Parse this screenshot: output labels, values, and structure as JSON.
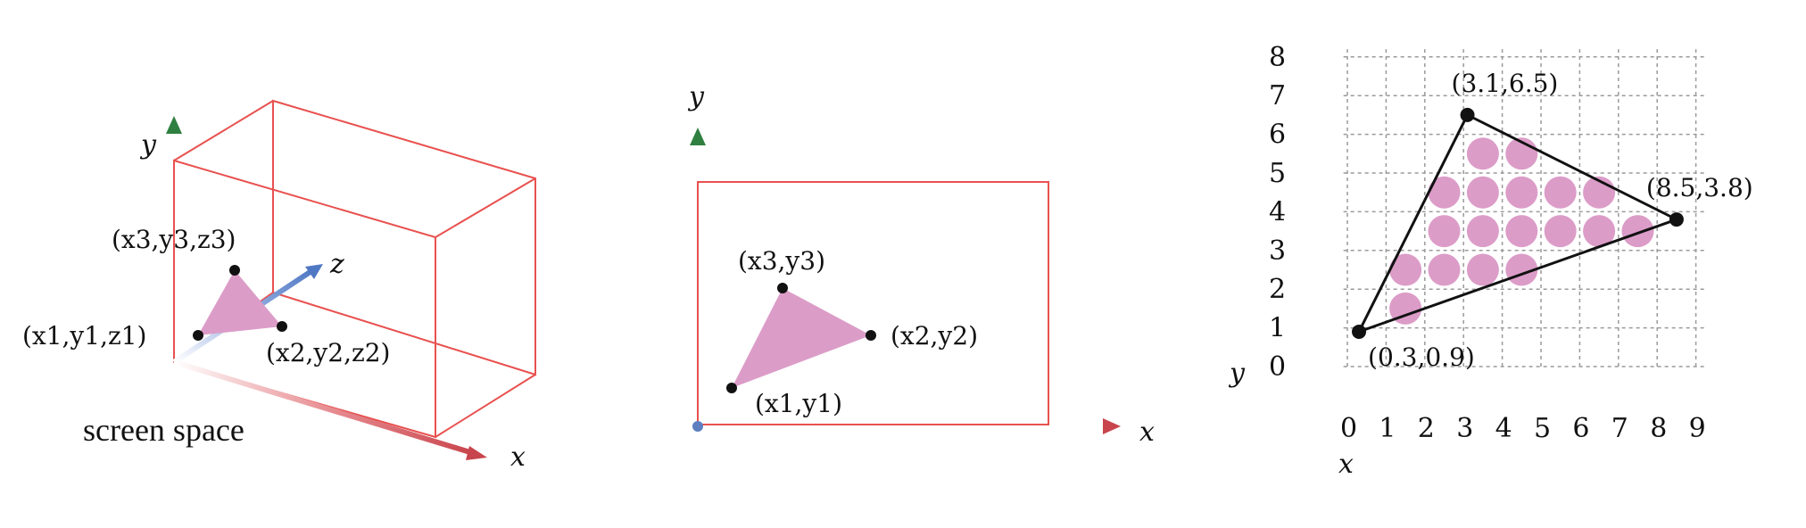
{
  "panel1": {
    "axis_x": "x",
    "axis_y": "y",
    "axis_z": "z",
    "v1_label": "(x1,y1,z1)",
    "v2_label": "(x2,y2,z2)",
    "v3_label": "(x3,y3,z3)",
    "caption": "screen space"
  },
  "panel2": {
    "axis_x": "x",
    "axis_y": "y",
    "v1_label": "(x1,y1)",
    "v2_label": "(x2,y2)",
    "v3_label": "(x3,y3)"
  },
  "panel3": {
    "axis_x": "x",
    "axis_y": "y",
    "x_ticks": [
      "0",
      "1",
      "2",
      "3",
      "4",
      "5",
      "6",
      "7",
      "8",
      "9"
    ],
    "y_ticks": [
      "0",
      "1",
      "2",
      "3",
      "4",
      "5",
      "6",
      "7",
      "8"
    ],
    "vertices": [
      {
        "label": "(0.3,0.9)",
        "x": 0.3,
        "y": 0.9
      },
      {
        "label": "(8.5,3.8)",
        "x": 8.5,
        "y": 3.8
      },
      {
        "label": "(3.1,6.5)",
        "x": 3.1,
        "y": 6.5
      }
    ],
    "covered_samples": [
      [
        1.5,
        1.5
      ],
      [
        1.5,
        2.5
      ],
      [
        2.5,
        2.5
      ],
      [
        3.5,
        2.5
      ],
      [
        4.5,
        2.5
      ],
      [
        2.5,
        3.5
      ],
      [
        3.5,
        3.5
      ],
      [
        4.5,
        3.5
      ],
      [
        5.5,
        3.5
      ],
      [
        6.5,
        3.5
      ],
      [
        7.5,
        3.5
      ],
      [
        2.5,
        4.5
      ],
      [
        3.5,
        4.5
      ],
      [
        4.5,
        4.5
      ],
      [
        5.5,
        4.5
      ],
      [
        6.5,
        4.5
      ],
      [
        3.5,
        5.5
      ],
      [
        4.5,
        5.5
      ]
    ]
  },
  "colors": {
    "triangle_fill": "#dc9cc8",
    "box_line": "#e8514f",
    "y_axis": "#3f8f4f",
    "z_axis": "#6b8fd0",
    "x_axis": "#e0555a",
    "grid": "#9a9a9a"
  }
}
